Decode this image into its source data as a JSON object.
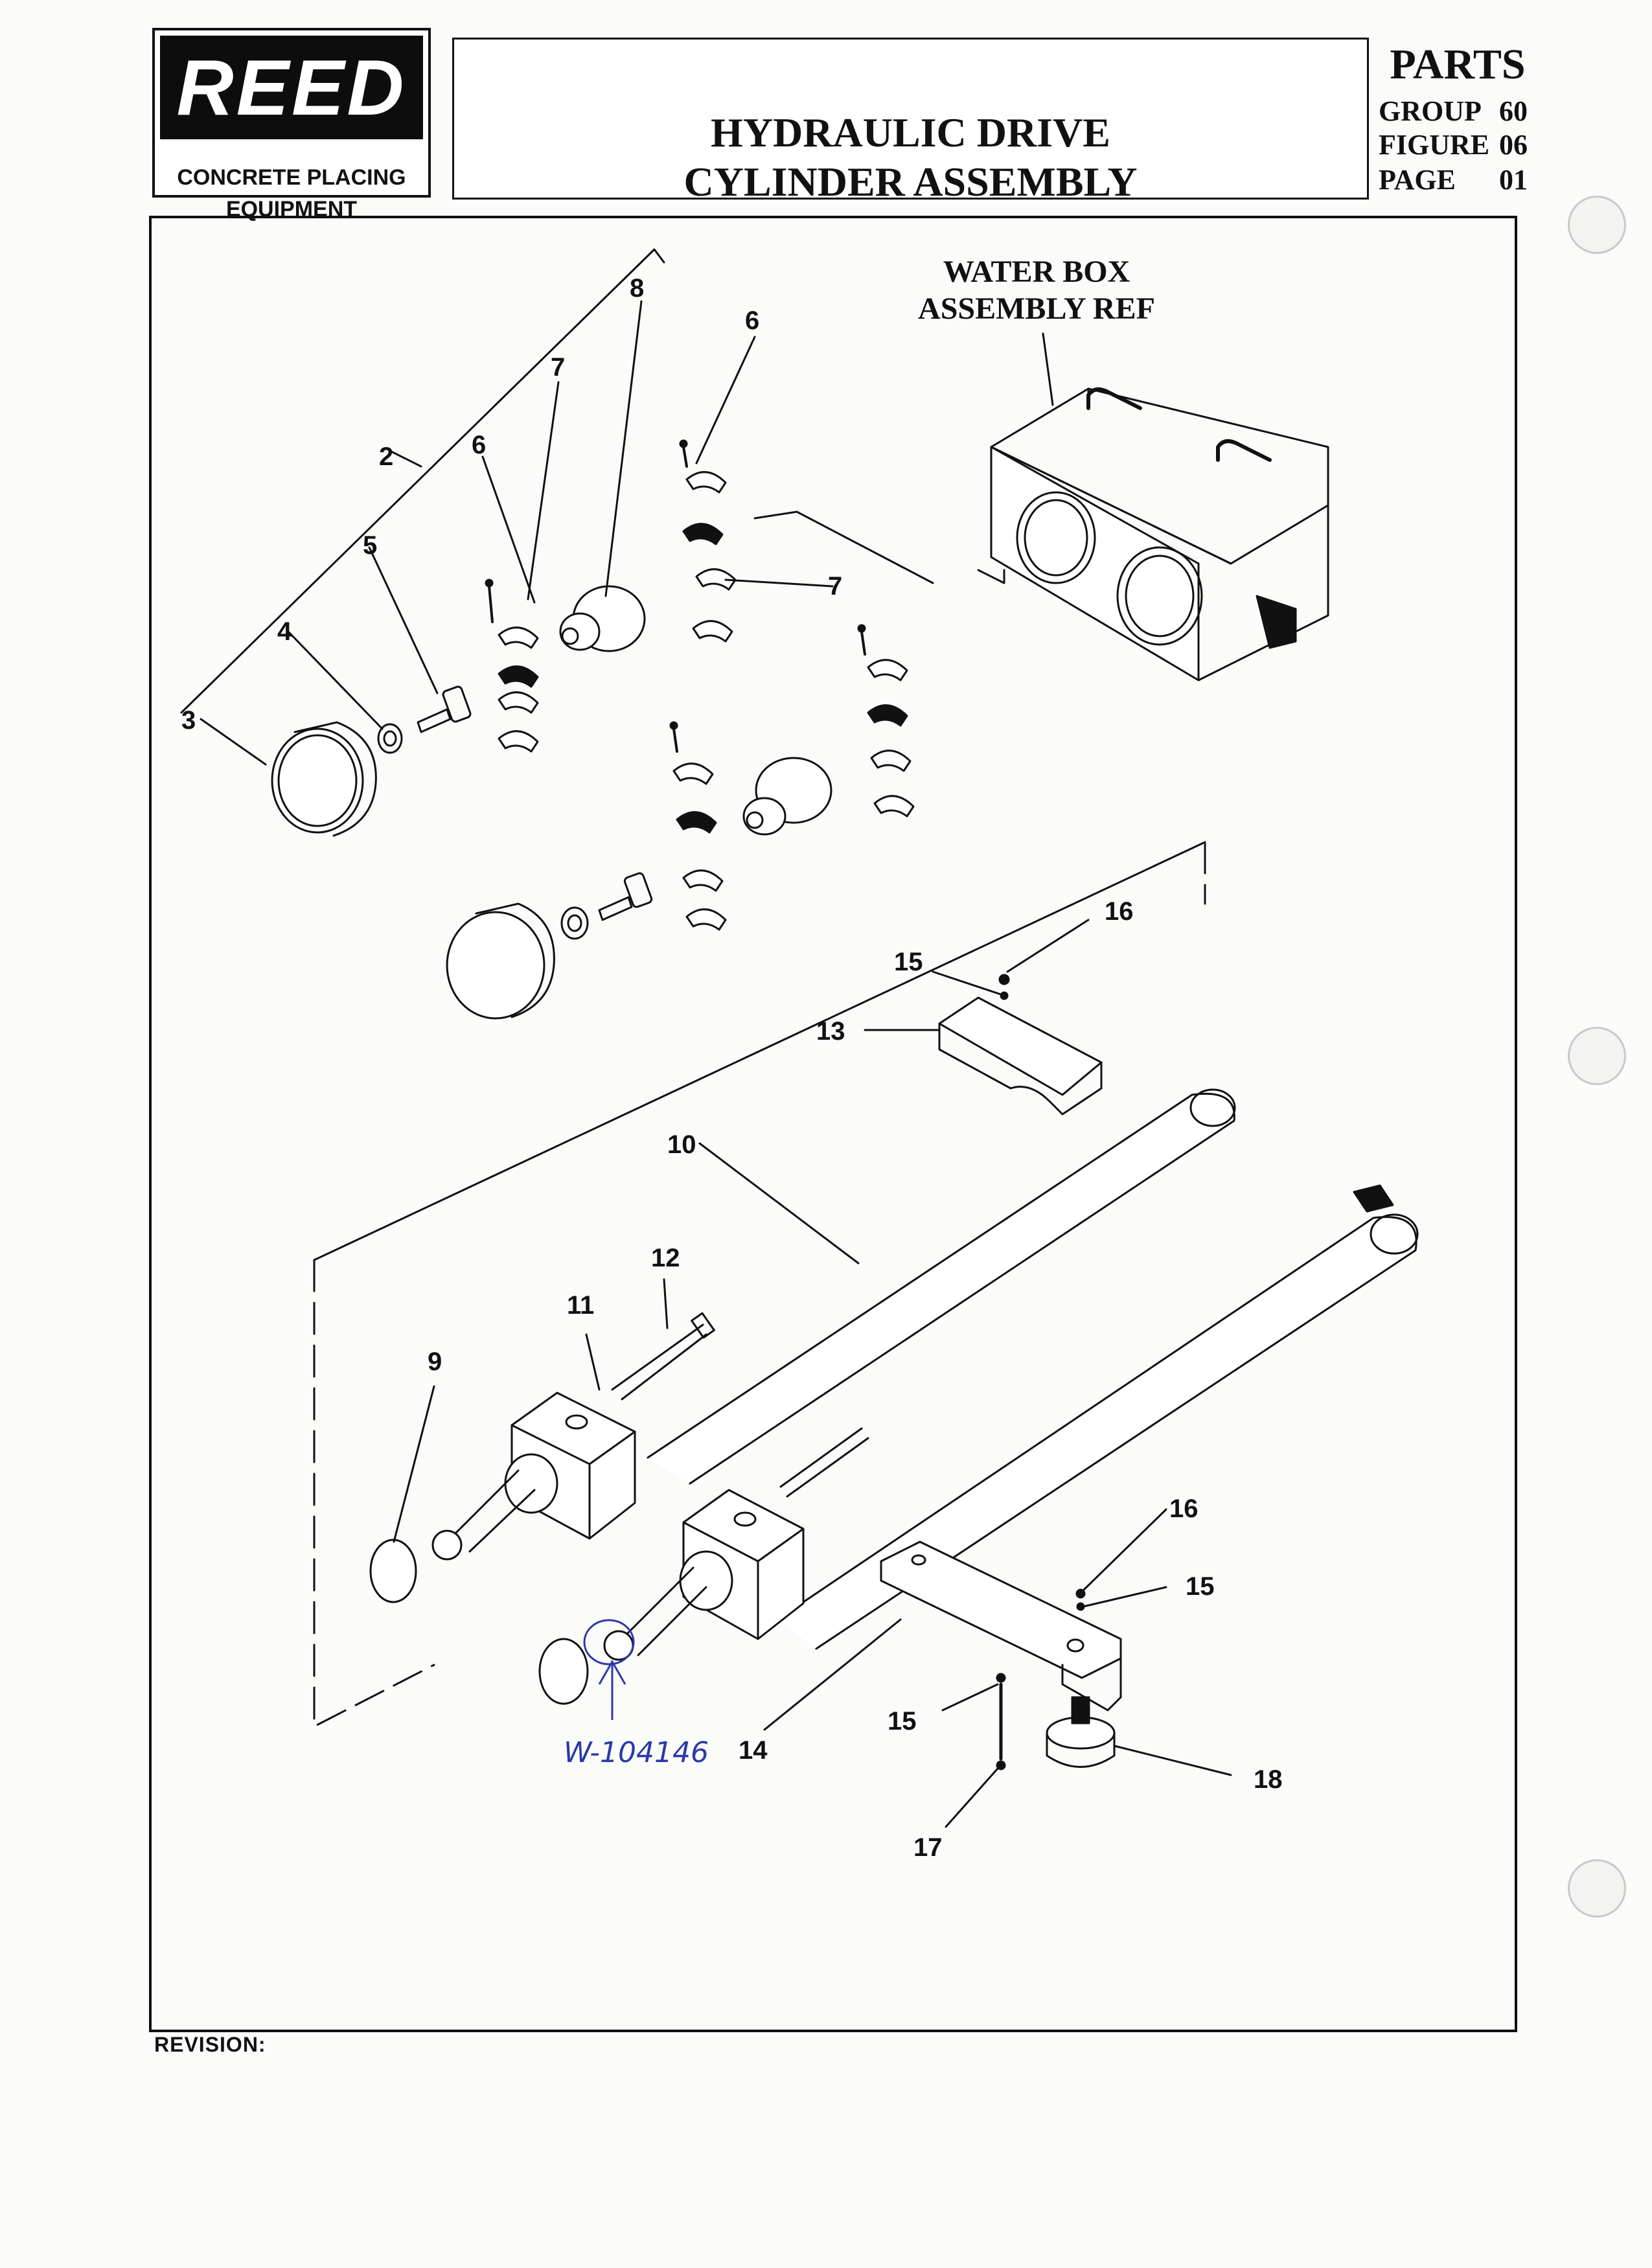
{
  "header": {
    "logo": {
      "brand": "REED",
      "tagline_line1": "CONCRETE PLACING",
      "tagline_line2": "EQUIPMENT"
    },
    "title_line1": "HYDRAULIC DRIVE",
    "title_line2": "CYLINDER ASSEMBLY",
    "parts_label": "PARTS",
    "group_label": "GROUP",
    "group_value": "60",
    "figure_label": "FIGURE",
    "figure_value": "06",
    "page_label": "PAGE",
    "page_value": "01"
  },
  "diagram": {
    "reference_label_line1": "WATER BOX",
    "reference_label_line2": "ASSEMBLY REF",
    "callouts": {
      "c2": "2",
      "c3": "3",
      "c4": "4",
      "c5": "5",
      "c6a": "6",
      "c6b": "6",
      "c7a": "7",
      "c7b": "7",
      "c8": "8",
      "c9": "9",
      "c10": "10",
      "c11": "11",
      "c12": "12",
      "c13": "13",
      "c14": "14",
      "c15a": "15",
      "c15b": "15",
      "c15c": "15",
      "c16a": "16",
      "c16b": "16",
      "c17": "17",
      "c18": "18"
    },
    "handwritten_note": "W-104146",
    "handwritten_color": "#2a3aa8"
  },
  "footer": {
    "revision_label": "REVISION:"
  }
}
